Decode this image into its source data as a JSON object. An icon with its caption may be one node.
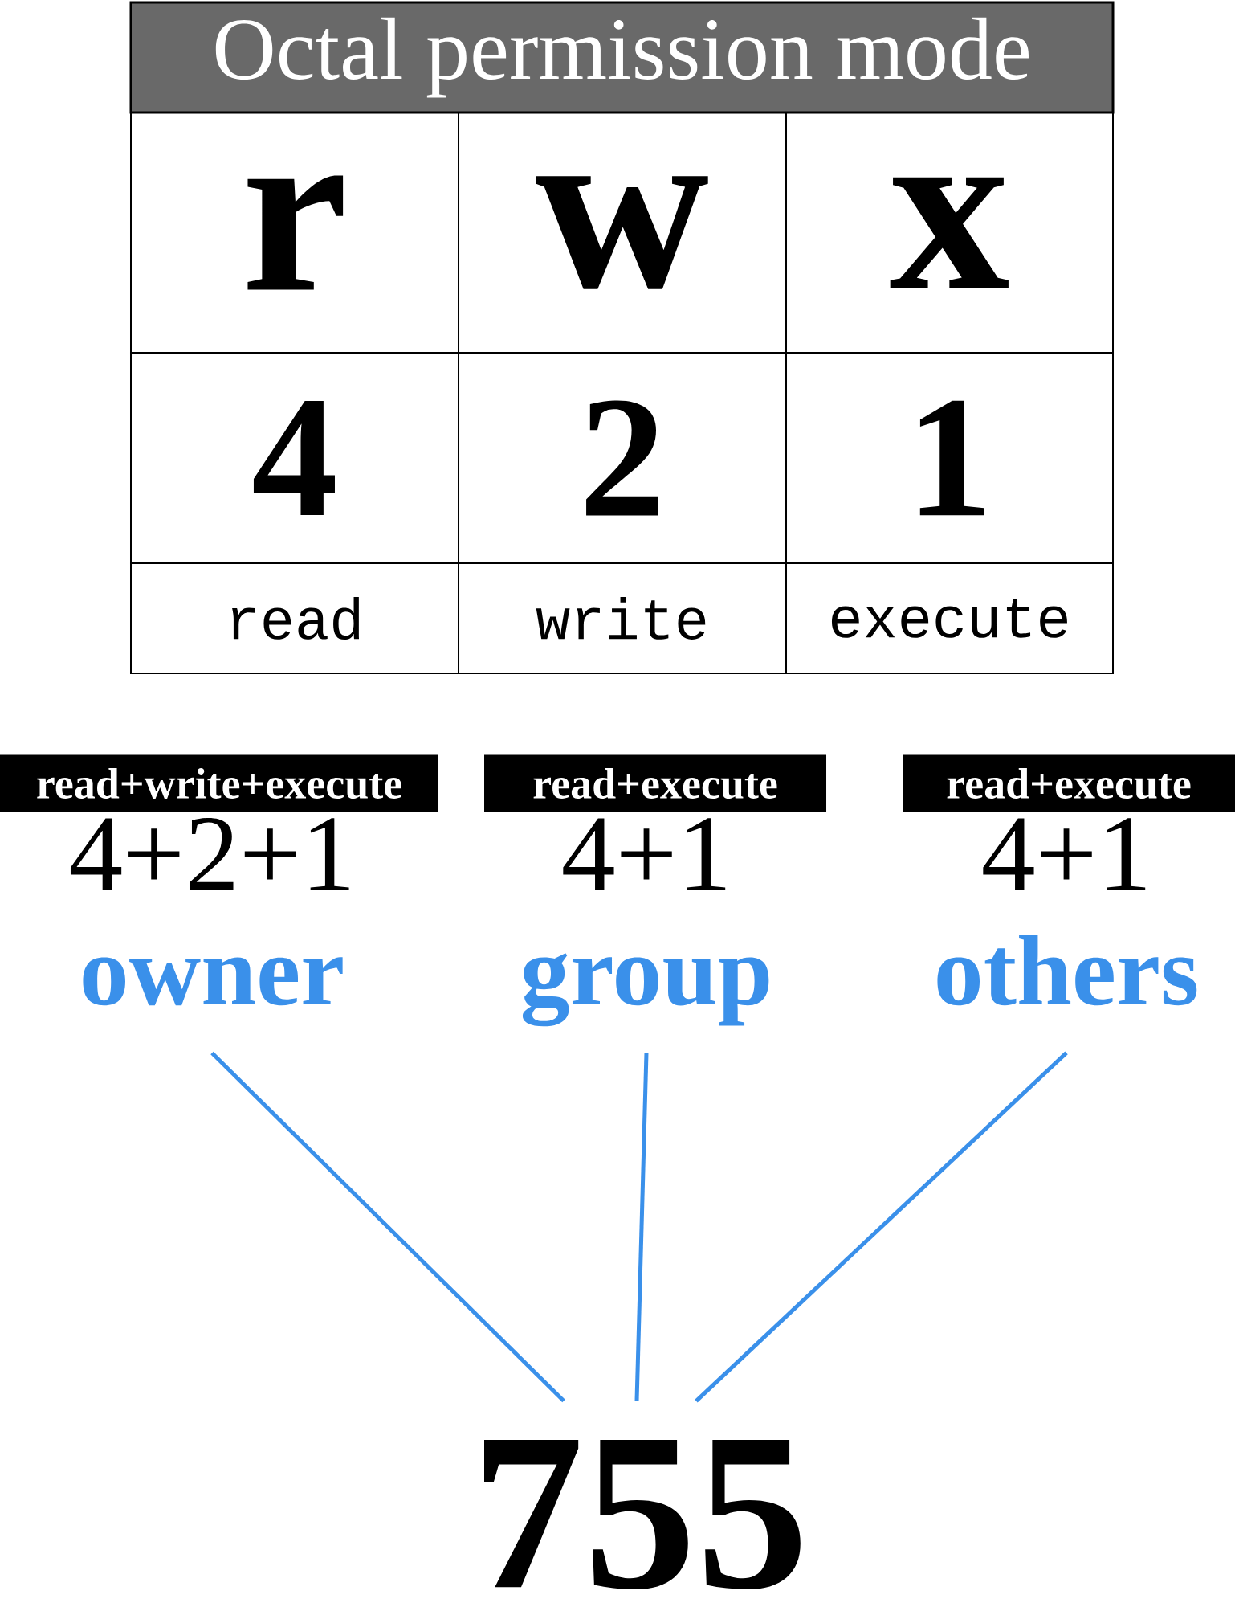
{
  "diagram": {
    "title": "Octal permission mode",
    "nodes": [
      {
        "text": [
          "read+write+execute"
        ]
      },
      {
        "text": [
          "read+execute"
        ]
      },
      {
        "text": [
          "read+execute"
        ]
      },
      {
        "text": [
          "owner"
        ],
        "beside": [
          "4+2+1"
        ]
      },
      {
        "text": [
          "group"
        ],
        "beside": [
          "4+1"
        ]
      },
      {
        "text": [
          "others"
        ],
        "beside": [
          "4+1"
        ]
      },
      {
        "text": [
          "755"
        ]
      }
    ],
    "edges": [
      {
        "from": 3,
        "to": 6,
        "arrow": "none"
      },
      {
        "from": 4,
        "to": 6,
        "arrow": "none"
      },
      {
        "from": 5,
        "to": 6,
        "arrow": "none"
      }
    ],
    "labels": [
      "r",
      "w",
      "x",
      "4",
      "2",
      "1",
      "read",
      "write",
      "execute"
    ]
  }
}
